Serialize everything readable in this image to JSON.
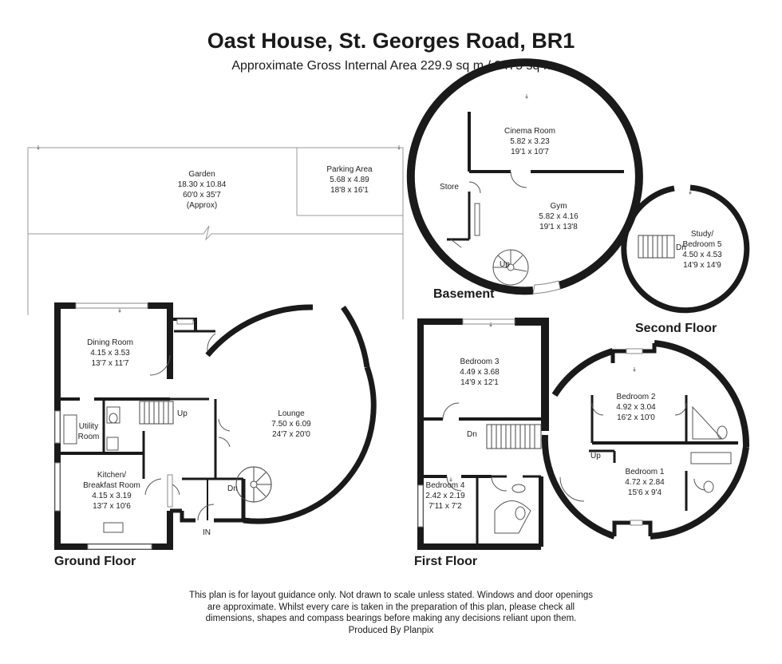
{
  "header": {
    "title": "Oast House, St. Georges Road, BR1",
    "subtitle": "Approximate Gross Internal Area 229.9 sq m / 2475 sq ft"
  },
  "floors": {
    "ground": "Ground Floor",
    "first": "First Floor",
    "second": "Second Floor",
    "basement": "Basement"
  },
  "rooms": {
    "garden": {
      "name": "Garden",
      "dims_m": "18.30 x 10.84",
      "dims_ft": "60'0 x 35'7",
      "note": "(Approx)"
    },
    "parking": {
      "name": "Parking Area",
      "dims_m": "5.68 x 4.89",
      "dims_ft": "18'8 x 16'1"
    },
    "dining": {
      "name": "Dining Room",
      "dims_m": "4.15 x 3.53",
      "dims_ft": "13'7 x 11'7"
    },
    "utility": {
      "name1": "Utility",
      "name2": "Room"
    },
    "kitchen": {
      "name1": "Kitchen/",
      "name2": "Breakfast Room",
      "dims_m": "4.15 x 3.19",
      "dims_ft": "13'7 x 10'6"
    },
    "lounge": {
      "name": "Lounge",
      "dims_m": "7.50 x 6.09",
      "dims_ft": "24'7 x 20'0"
    },
    "bedroom3": {
      "name": "Bedroom 3",
      "dims_m": "4.49 x 3.68",
      "dims_ft": "14'9 x 12'1"
    },
    "bedroom4": {
      "name": "Bedroom 4",
      "dims_m": "2.42 x 2.19",
      "dims_ft": "7'11 x 7'2"
    },
    "bedroom2": {
      "name": "Bedroom 2",
      "dims_m": "4.92 x 3.04",
      "dims_ft": "16'2 x 10'0"
    },
    "bedroom1": {
      "name": "Bedroom 1",
      "dims_m": "4.72 x 2.84",
      "dims_ft": "15'6 x 9'4"
    },
    "cinema": {
      "name": "Cinema Room",
      "dims_m": "5.82 x 3.23",
      "dims_ft": "19'1 x 10'7"
    },
    "gym": {
      "name": "Gym",
      "dims_m": "5.82 x 4.16",
      "dims_ft": "19'1 x 13'8"
    },
    "store": {
      "name": "Store"
    },
    "study": {
      "name1": "Study/",
      "name2": "Bedroom 5",
      "dims_m": "4.50 x 4.53",
      "dims_ft": "14'9 x 14'9"
    }
  },
  "stairs": {
    "up": "Up",
    "down": "Dn",
    "entrance": "IN"
  },
  "footer": {
    "line1": "This plan is for layout guidance only. Not drawn to scale unless stated. Windows and door openings",
    "line2": "are approximate. Whilst every care is taken in the preparation of this plan, please check all",
    "line3": "dimensions, shapes and compass bearings before making any decisions reliant upon them.",
    "line4": "Produced By Planpix"
  }
}
